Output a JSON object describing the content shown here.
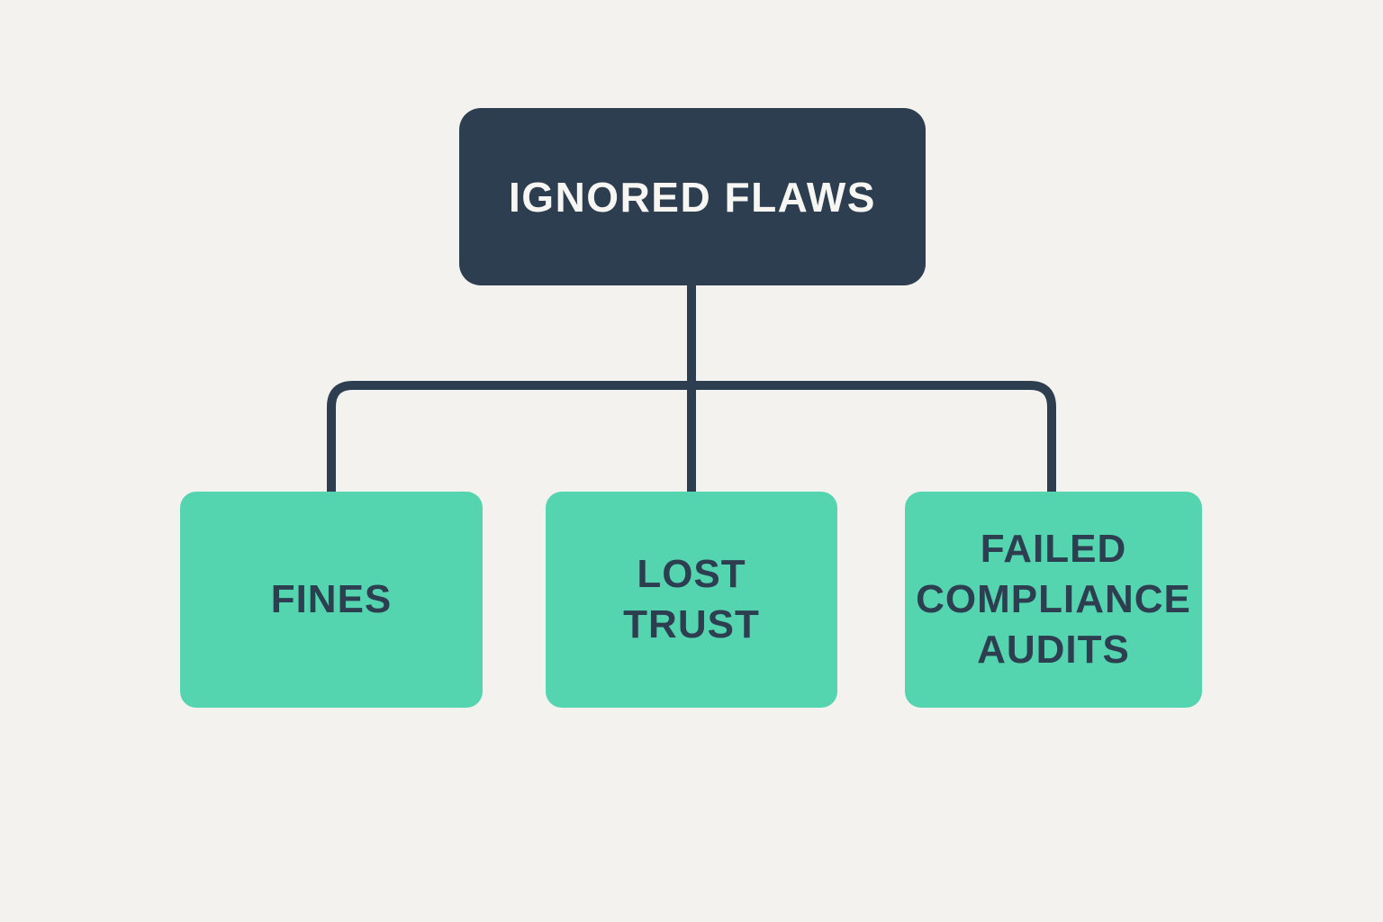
{
  "diagram": {
    "type": "flowchart",
    "root": {
      "label": "IGNORED FLAWS"
    },
    "children": [
      {
        "label": "FINES"
      },
      {
        "label": "LOST\nTRUST"
      },
      {
        "label": "FAILED\nCOMPLIANCE\nAUDITS"
      }
    ],
    "colors": {
      "background": "#f4f2ee",
      "root_box": "#2d3e50",
      "root_text": "#f7f6f3",
      "child_box": "#54d5b0",
      "child_text": "#2d3e50",
      "connector": "#2d3e50"
    }
  }
}
